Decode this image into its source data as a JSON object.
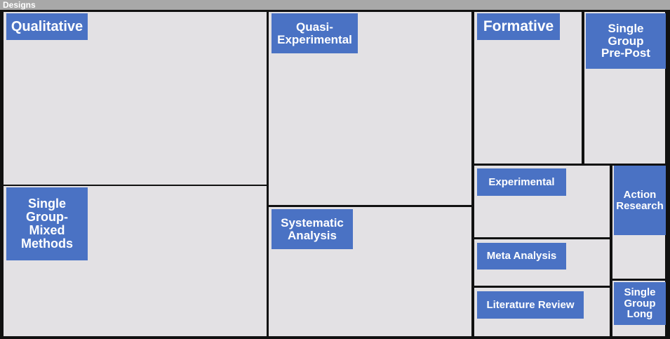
{
  "header": {
    "title": "Designs"
  },
  "chart_data": {
    "type": "treemap",
    "title": "Designs",
    "colors": {
      "tile": "#e3e1e4",
      "label_bg": "#4a72c4",
      "border": "#111111",
      "header_bg": "#a8a8a8"
    },
    "items": [
      {
        "name": "Qualitative",
        "label": "Qualitative"
      },
      {
        "name": "Single Group-Mixed Methods",
        "label": "Single\nGroup-\nMixed\nMethods"
      },
      {
        "name": "Quasi-Experimental",
        "label": "Quasi-\nExperimental"
      },
      {
        "name": "Systematic Analysis",
        "label": "Systematic\nAnalysis"
      },
      {
        "name": "Formative",
        "label": "Formative"
      },
      {
        "name": "Single Group Pre-Post",
        "label": "Single\nGroup\nPre-Post"
      },
      {
        "name": "Experimental",
        "label": "Experimental"
      },
      {
        "name": "Action Research",
        "label": "Action\nResearch"
      },
      {
        "name": "Meta Analysis",
        "label": "Meta Analysis"
      },
      {
        "name": "Literature Review",
        "label": "Literature Review"
      },
      {
        "name": "Single Group Long",
        "label": "Single\nGroup\nLong"
      }
    ]
  }
}
